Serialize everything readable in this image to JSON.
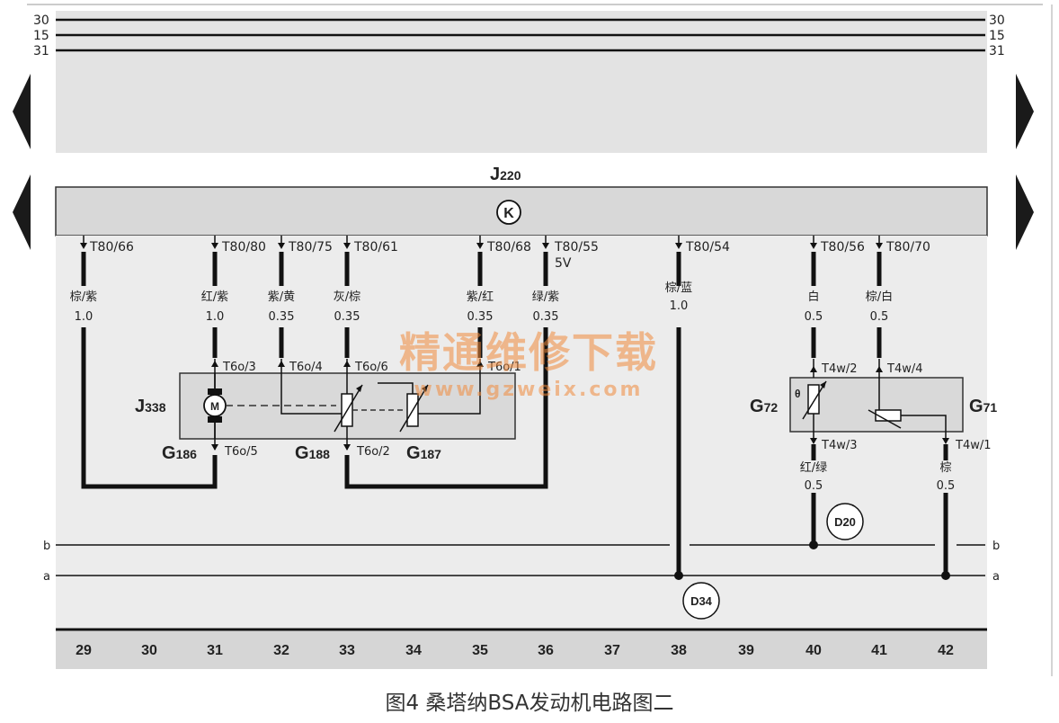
{
  "rails": [
    "30",
    "15",
    "31"
  ],
  "ecu": {
    "main": "J",
    "sub": "220",
    "symbol": "K"
  },
  "pins": {
    "p66": "T80/66",
    "p80": "T80/80",
    "p75": "T80/75",
    "p61": "T80/61",
    "p68": "T80/68",
    "p55": "T80/55",
    "p55v": "5V",
    "p54": "T80/54",
    "p56": "T80/56",
    "p70": "T80/70"
  },
  "wires": {
    "w66": {
      "color": "棕/紫",
      "size": "1.0"
    },
    "w80": {
      "color": "红/紫",
      "size": "1.0"
    },
    "w75": {
      "color": "紫/黄",
      "size": "0.35"
    },
    "w61": {
      "color": "灰/棕",
      "size": "0.35"
    },
    "w68": {
      "color": "紫/红",
      "size": "0.35"
    },
    "w55": {
      "color": "绿/紫",
      "size": "0.35"
    },
    "w54": {
      "color": "棕/蓝",
      "size": "1.0"
    },
    "w56": {
      "color": "白",
      "size": "0.5"
    },
    "w70": {
      "color": "棕/白",
      "size": "0.5"
    },
    "wT4w3": {
      "color": "红/绿",
      "size": "0.5"
    },
    "wT4w1": {
      "color": "棕",
      "size": "0.5"
    }
  },
  "connectors": {
    "c3": "T6o/3",
    "c4": "T6o/4",
    "c6": "T6o/6",
    "c1": "T6o/1",
    "c5": "T6o/5",
    "c2": "T6o/2",
    "d2": "T4w/2",
    "d4": "T4w/4",
    "d3": "T4w/3",
    "d1": "T4w/1"
  },
  "components": {
    "j338": {
      "main": "J",
      "sub": "338"
    },
    "g186": {
      "main": "G",
      "sub": "186"
    },
    "g188": {
      "main": "G",
      "sub": "188"
    },
    "g187": {
      "main": "G",
      "sub": "187"
    },
    "g72": {
      "main": "G",
      "sub": "72"
    },
    "g71": {
      "main": "G",
      "sub": "71"
    },
    "motor": "M",
    "theta": "θ"
  },
  "grounds": {
    "d20": "D20",
    "d34": "D34"
  },
  "buses": [
    "b",
    "a"
  ],
  "columns": [
    "29",
    "30",
    "31",
    "32",
    "33",
    "34",
    "35",
    "36",
    "37",
    "38",
    "39",
    "40",
    "41",
    "42"
  ],
  "watermark": {
    "cn": "精通维修下载",
    "url": "www.gzweix.com"
  },
  "caption": "图4 桑塔纳BSA发动机电路图二",
  "colors": {
    "line": "#1a1a1a",
    "panel": "#e3e3e3",
    "box": "#d6d6d6",
    "watermark": "#f08a3c"
  }
}
